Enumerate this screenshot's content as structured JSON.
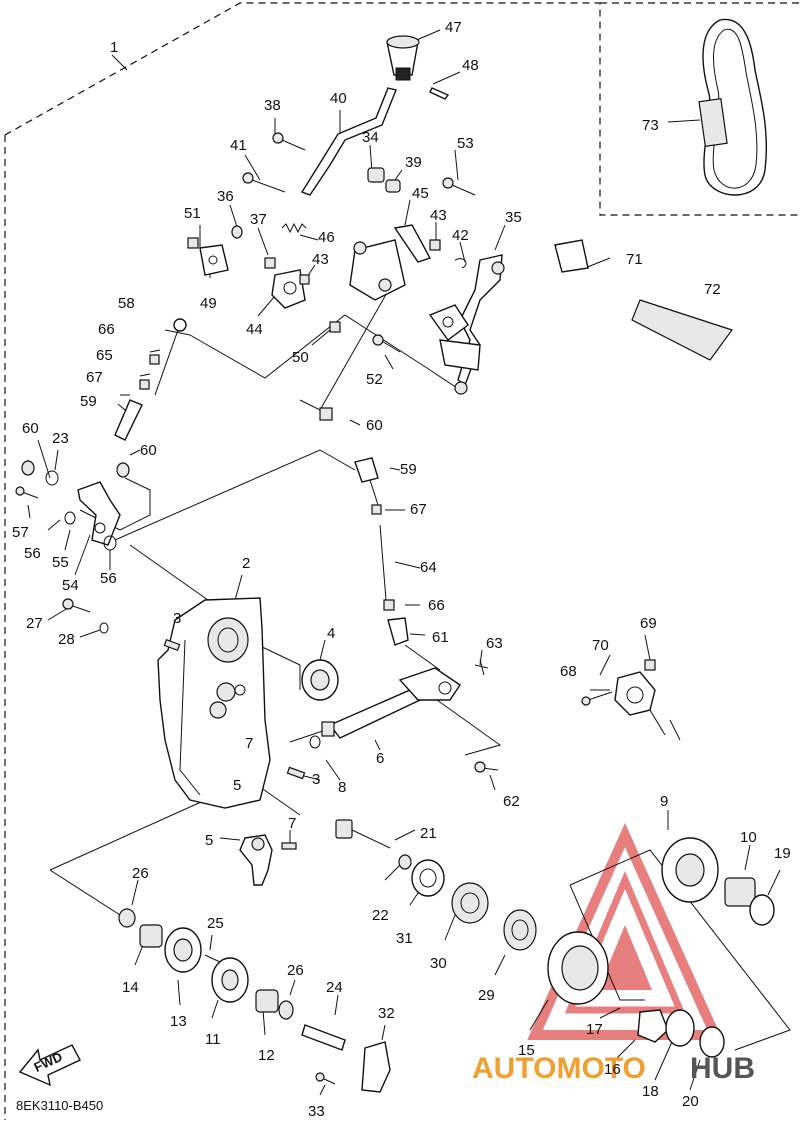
{
  "diagram_code": "8EK3110-B450",
  "fwd_label": "FWD",
  "watermark": {
    "text_a": "AUTOMOTO",
    "text_b": "HUB",
    "color_a": "#f0a030",
    "color_b": "#555555",
    "logo_color": "#e05555"
  },
  "parts": [
    "1",
    "2",
    "3",
    "3",
    "4",
    "5",
    "5",
    "6",
    "7",
    "7",
    "8",
    "9",
    "10",
    "11",
    "12",
    "13",
    "14",
    "15",
    "16",
    "17",
    "18",
    "19",
    "20",
    "21",
    "22",
    "23",
    "24",
    "25",
    "26",
    "26",
    "27",
    "28",
    "29",
    "30",
    "31",
    "32",
    "33",
    "34",
    "35",
    "36",
    "37",
    "38",
    "39",
    "40",
    "41",
    "42",
    "43",
    "43",
    "44",
    "45",
    "46",
    "47",
    "48",
    "49",
    "50",
    "51",
    "52",
    "53",
    "54",
    "55",
    "56",
    "56",
    "57",
    "58",
    "59",
    "59",
    "60",
    "60",
    "60",
    "61",
    "62",
    "63",
    "64",
    "65",
    "66",
    "66",
    "67",
    "67",
    "68",
    "69",
    "70",
    "71",
    "72",
    "73"
  ]
}
